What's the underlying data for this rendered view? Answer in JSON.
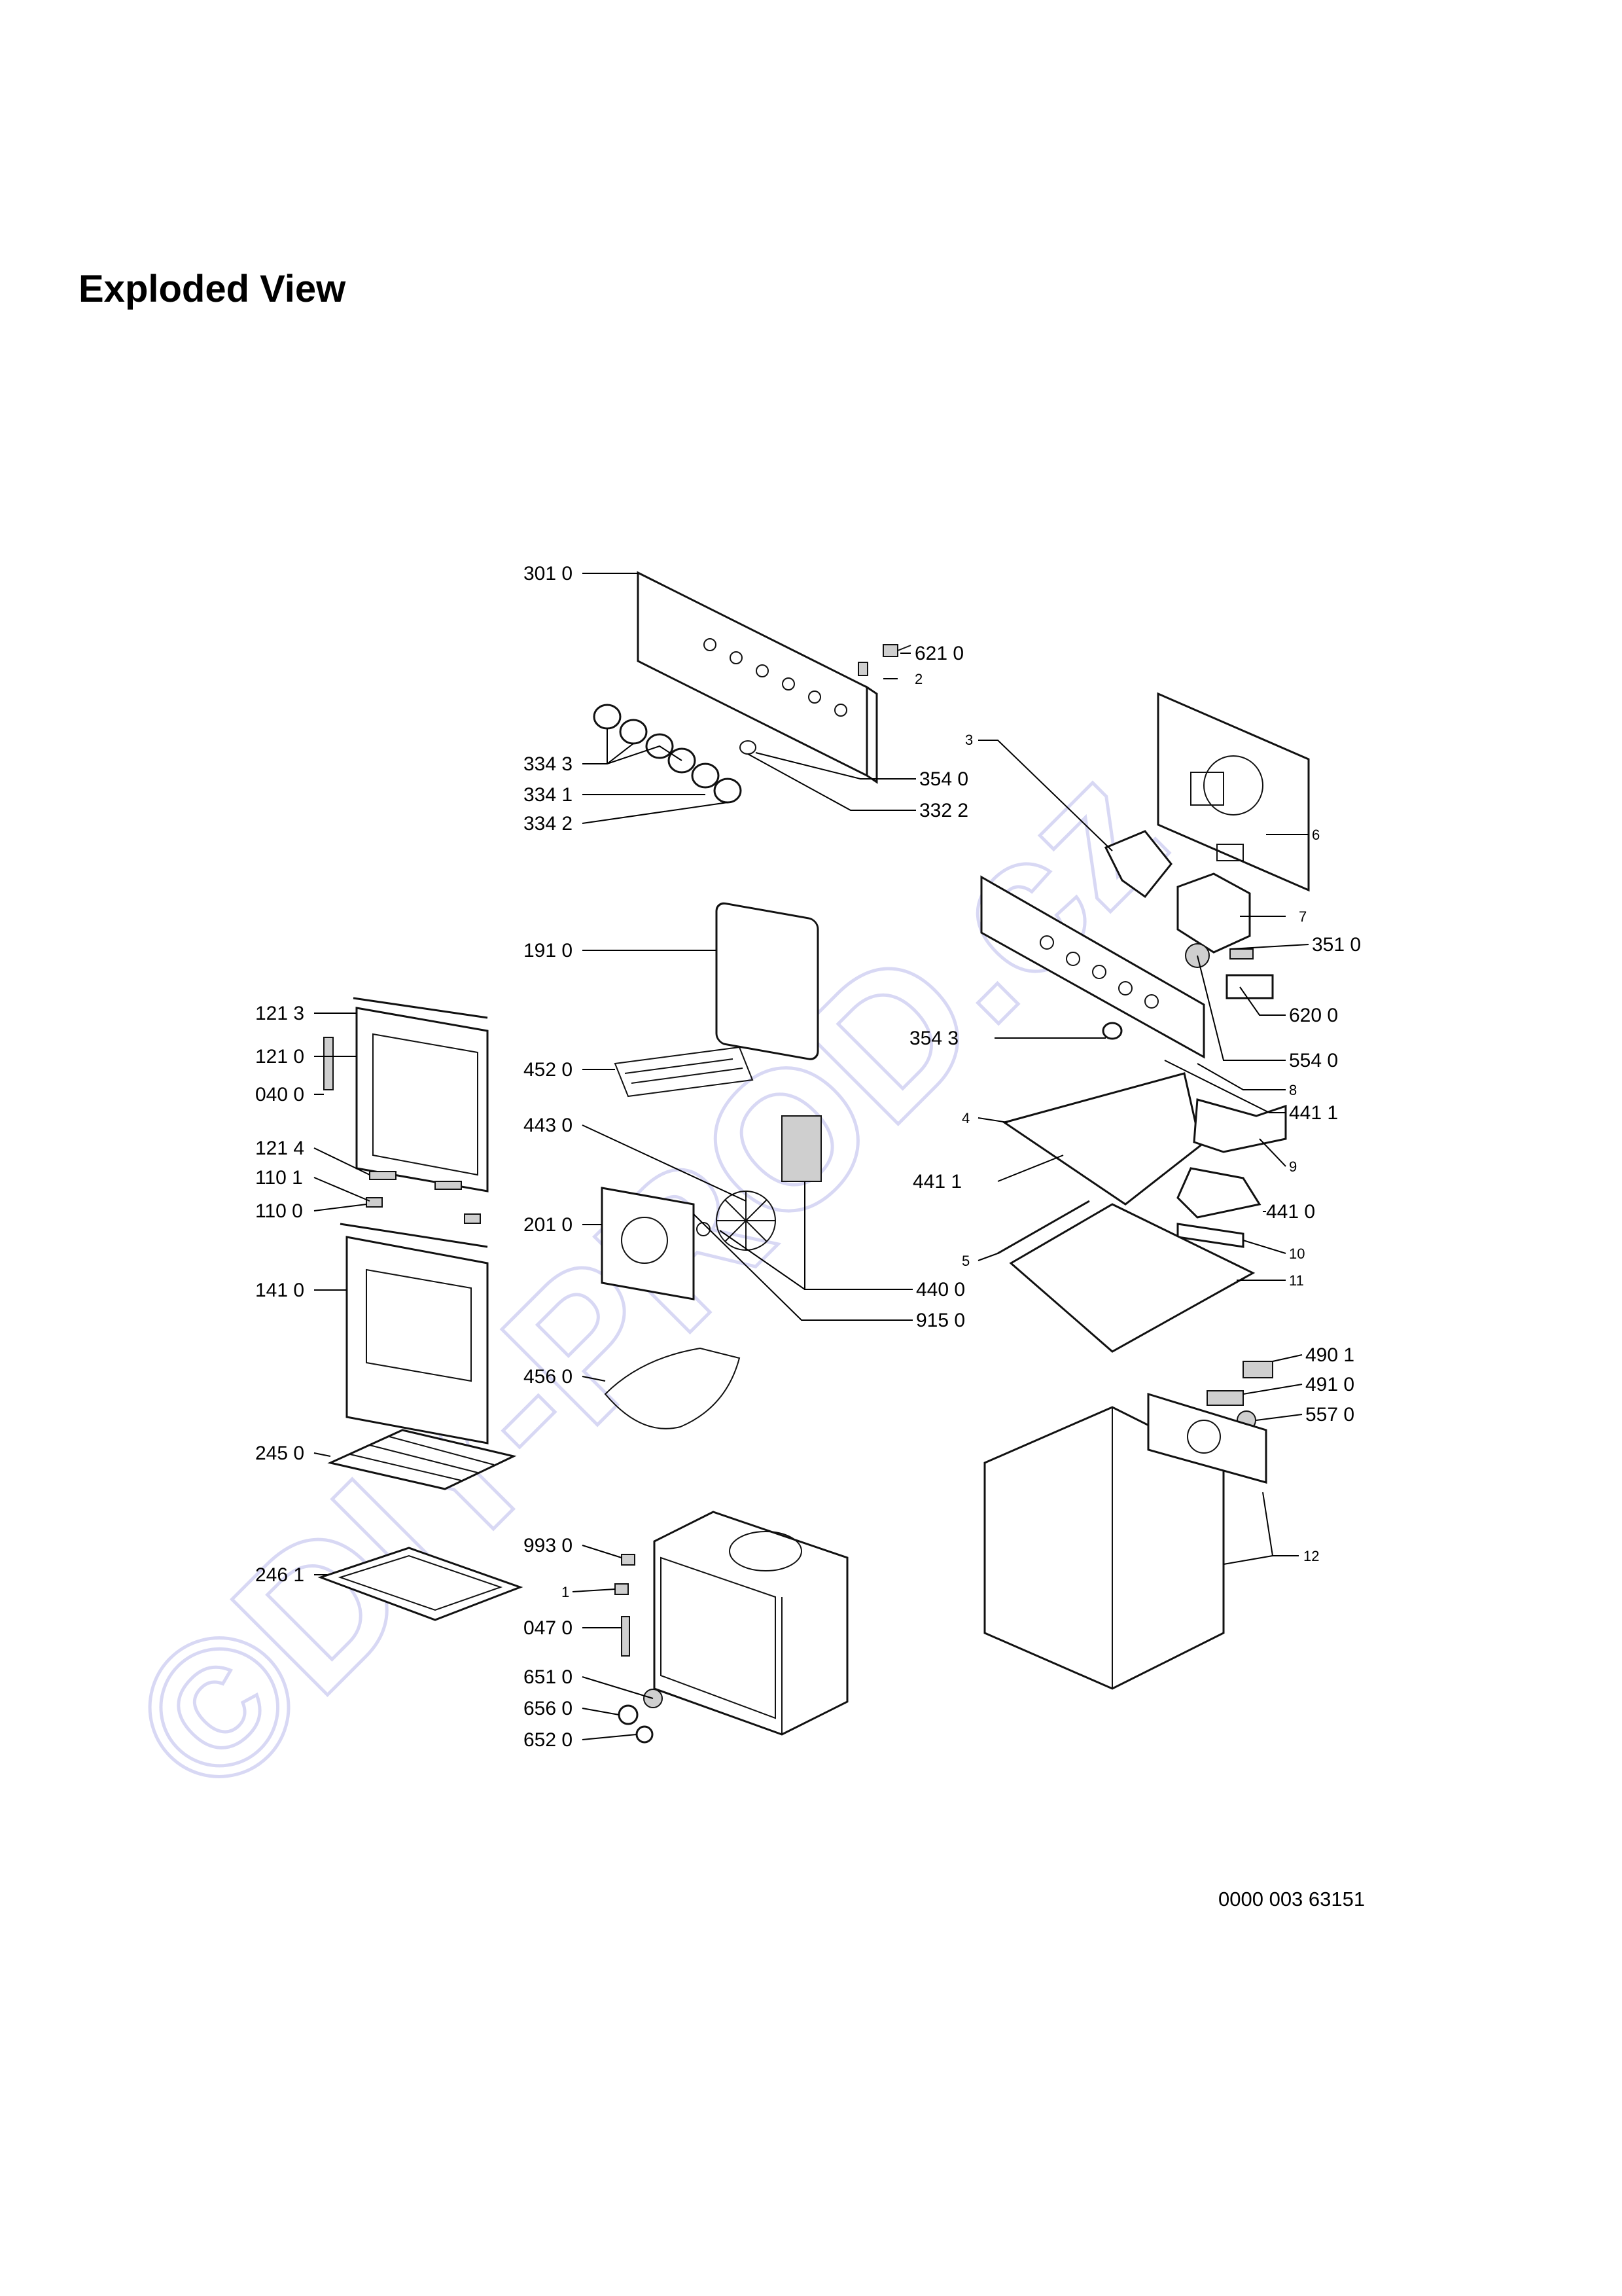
{
  "title": "Exploded View",
  "document_number": "0000 003 63151",
  "watermark": "©DIY-PROD.cz",
  "watermark_color": "#c8c8f0",
  "part_labels": {
    "p3010": "301 0",
    "p6210": "621 0",
    "p2": "2",
    "p3343": "334 3",
    "p3540": "354 0",
    "p3341": "334 1",
    "p3322": "332 2",
    "p3342": "334 2",
    "p3": "3",
    "p6": "6",
    "p7": "7",
    "p3510": "351 0",
    "p1910": "191 0",
    "p6200": "620 0",
    "p1213": "121 3",
    "p1210": "121 0",
    "p3543": "354 3",
    "p5540": "554 0",
    "p4520": "452 0",
    "p0400": "040 0",
    "p8": "8",
    "p4411a": "441 1",
    "p4430": "443 0",
    "p4": "4",
    "p1214": "121 4",
    "p4411b": "441 1",
    "p9": "9",
    "p1101": "110 1",
    "p1100": "110 0",
    "p4410": "441 0",
    "p2010": "201 0",
    "p10": "10",
    "p5": "5",
    "p11": "11",
    "p1410": "141 0",
    "p4400": "440 0",
    "p9150": "915 0",
    "p4901": "490 1",
    "p4560": "456 0",
    "p4910": "491 0",
    "p5570": "557 0",
    "p2450": "245 0",
    "p9930": "993 0",
    "p12": "12",
    "p2461": "246 1",
    "p1": "1",
    "p0470": "047 0",
    "p6510": "651 0",
    "p6560": "656 0",
    "p6520": "652 0"
  }
}
